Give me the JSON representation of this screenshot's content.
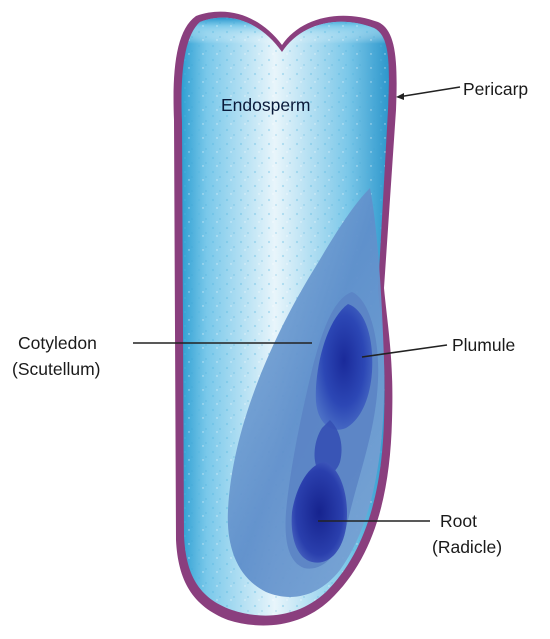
{
  "figure": {
    "labels": {
      "endosperm": "Endosperm",
      "pericarp": "Pericarp",
      "cotyledon": "Cotyledon",
      "scutellum": "(Scutellum)",
      "plumule": "Plumule",
      "root": "Root",
      "radicle": "(Radicle)"
    },
    "colors": {
      "pericarp": "#7a2e6e",
      "endosperm_light": "#e9f6fb",
      "endosperm_blue": "#33a7d6",
      "scutellum": "#6f9ccf",
      "embryo_dark": "#1b2f9a",
      "pointer": "#222222"
    }
  }
}
